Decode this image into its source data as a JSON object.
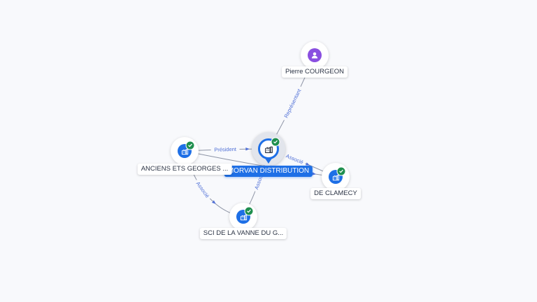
{
  "nodes": [
    {
      "id": "morvan",
      "label": "MORVAN DISTRIBUTION",
      "kind": "company",
      "main": true,
      "verified": true
    },
    {
      "id": "pierre",
      "label": "Pierre COURGEON",
      "kind": "person",
      "main": false,
      "verified": false
    },
    {
      "id": "anciens",
      "label": "ANCIENS ETS GEORGES ...",
      "kind": "company",
      "main": false,
      "verified": true
    },
    {
      "id": "clamecy",
      "label": "DE CLAMECY",
      "kind": "company",
      "main": false,
      "verified": true
    },
    {
      "id": "sci",
      "label": "SCI DE LA VANNE DU G...",
      "kind": "company",
      "main": false,
      "verified": true
    }
  ],
  "edges": [
    {
      "from": "pierre",
      "to": "morvan",
      "label": "Représentant"
    },
    {
      "from": "anciens",
      "to": "morvan",
      "label": "Président"
    },
    {
      "from": "anciens",
      "to": "sci",
      "label": "Associé"
    },
    {
      "from": "morvan",
      "to": "sci",
      "label": "Associé"
    },
    {
      "from": "morvan",
      "to": "clamecy",
      "label": "Associé"
    },
    {
      "from": "anciens",
      "to": "clamecy",
      "label": "Associé"
    }
  ],
  "colors": {
    "company_blue": "#1e6fe6",
    "person_purple": "#8a4fe0",
    "verified_green": "#1f8f4e",
    "edge_gray": "#8e95a6",
    "edge_label_blue": "#4f6fd6"
  },
  "icons": {
    "company": "building-icon",
    "person": "person-icon",
    "verified": "check-badge-icon"
  }
}
